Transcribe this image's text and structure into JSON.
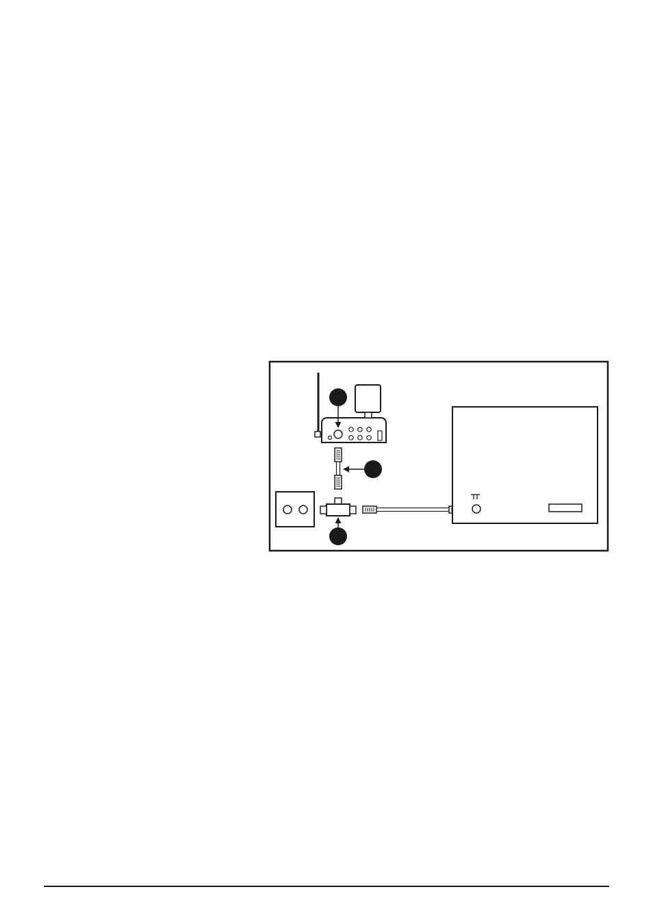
{
  "diagram": {
    "colors": {
      "line": "#1a1a1a",
      "fill": "#ffffff",
      "marker": "#1a1a1a"
    },
    "callout_markers": [
      {
        "id": "marker-router-input",
        "label": ""
      },
      {
        "id": "marker-cable",
        "label": ""
      },
      {
        "id": "marker-splitter",
        "label": ""
      }
    ],
    "devices": [
      {
        "id": "wall-socket",
        "icon": "wall-antenna-socket-icon"
      },
      {
        "id": "splitter",
        "icon": "coax-t-splitter-icon"
      },
      {
        "id": "router",
        "icon": "antenna-router-icon"
      },
      {
        "id": "power-adapter",
        "icon": "power-adapter-icon"
      },
      {
        "id": "tv",
        "icon": "television-rear-panel-icon"
      },
      {
        "id": "antenna-input",
        "icon": "antenna-input-symbol-icon"
      }
    ]
  }
}
